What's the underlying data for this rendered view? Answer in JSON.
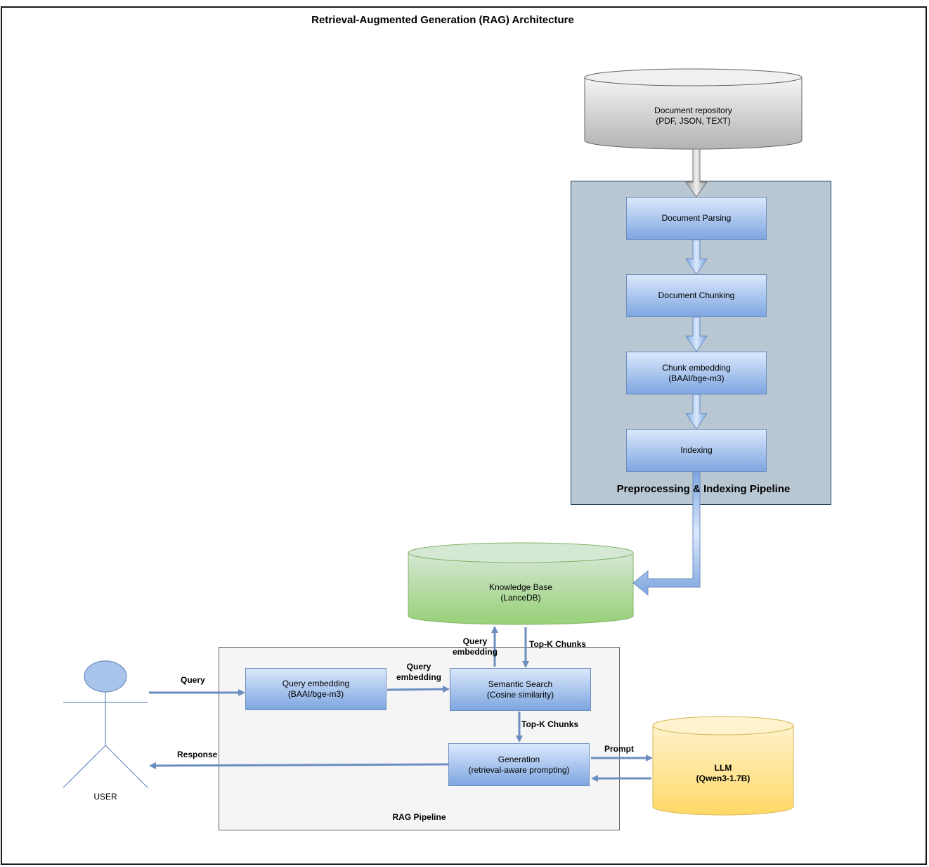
{
  "title": "Retrieval-Augmented Generation (RAG) Architecture",
  "repository": {
    "label": "Document repository\n(PDF, JSON, TEXT)"
  },
  "preprocessing": {
    "label": "Preprocessing & Indexing Pipeline",
    "steps": [
      "Document Parsing",
      "Document Chunking",
      "Chunk embedding\n(BAAI/bge-m3)",
      "Indexing"
    ]
  },
  "knowledge_base": {
    "label": "Knowledge Base\n(LanceDB)"
  },
  "rag": {
    "label": "RAG Pipeline",
    "query_embedding": "Query  embedding\n(BAAI/bge-m3)",
    "semantic_search": "Semantic Search\n(Cosine similarity)",
    "generation": "Generation\n(retrieval-aware prompting)"
  },
  "llm": {
    "label": "LLM\n(Qwen3-1.7B)"
  },
  "user": {
    "label": "USER"
  },
  "edges": {
    "query": "Query",
    "query_embedding_1": "Query\nembedding",
    "query_embedding_2": "Query\nembedding",
    "topk_1": "Top-K Chunks",
    "topk_2": "Top-K Chunks",
    "prompt": "Prompt",
    "response": "Response"
  },
  "colors": {
    "process_fill": "#dae8fc",
    "process_stroke": "#6c8ebf",
    "repo_fill": "#e6e6e6",
    "kb_fill": "#97d077",
    "llm_fill": "#ffd966",
    "arrow": "#6c8ebf",
    "pre_pipeline_bg": "#b9c7d3",
    "rag_pipeline_bg": "#f5f5f5"
  }
}
